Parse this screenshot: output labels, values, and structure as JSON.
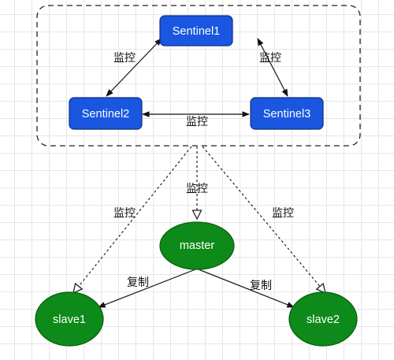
{
  "nodes": {
    "sentinel1": "Sentinel1",
    "sentinel2": "Sentinel2",
    "sentinel3": "Sentinel3",
    "master": "master",
    "slave1": "slave1",
    "slave2": "slave2"
  },
  "edge_labels": {
    "s1_s2": "监控",
    "s1_s3": "监控",
    "s2_s3": "监控",
    "cluster_master": "监控",
    "cluster_slave1": "监控",
    "cluster_slave2": "监控",
    "master_slave1": "复制",
    "master_slave2": "复制"
  },
  "colors": {
    "sentinel_fill": "#1a56e0",
    "redis_fill": "#0d8a19",
    "line": "#111111"
  }
}
